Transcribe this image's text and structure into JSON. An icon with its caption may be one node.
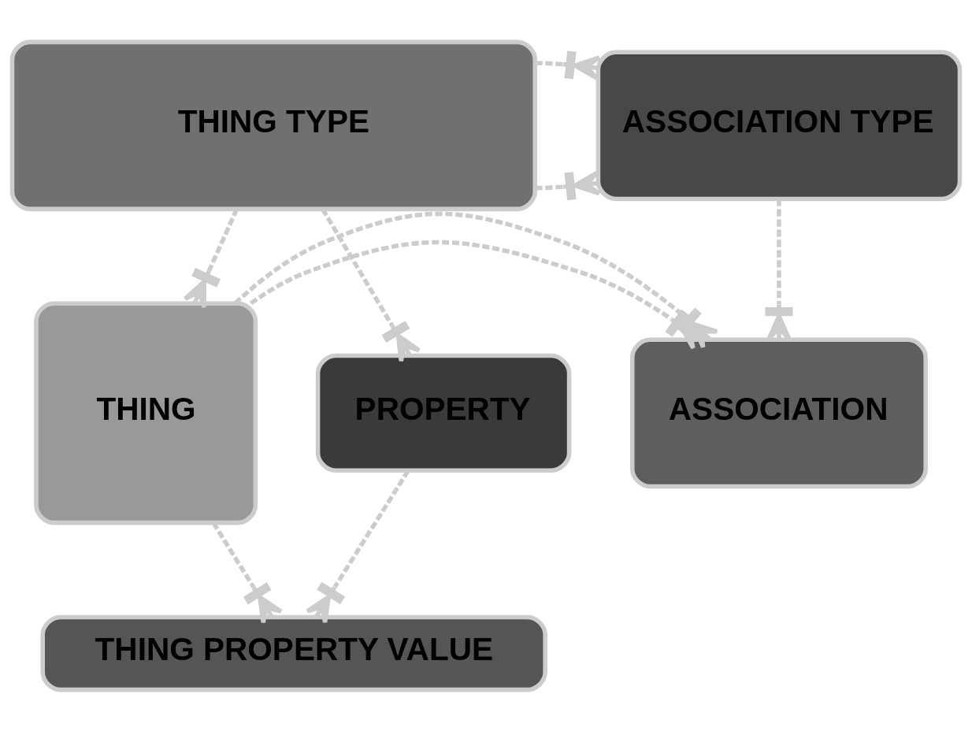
{
  "diagram": {
    "nodes": [
      {
        "text": [
          "THING TYPE"
        ]
      },
      {
        "text": [
          "ASSOCIATION TYPE"
        ]
      },
      {
        "text": [
          "THING"
        ]
      },
      {
        "text": [
          "PROPERTY"
        ]
      },
      {
        "text": [
          "ASSOCIATION"
        ]
      },
      {
        "text": [
          "THING PROPERTY VALUE"
        ]
      }
    ],
    "edges": [
      {
        "from": 0,
        "to": 1,
        "arrow": "other",
        "style": "dashed"
      },
      {
        "from": 0,
        "to": 1,
        "arrow": "other",
        "style": "dashed"
      },
      {
        "from": 0,
        "to": 3,
        "arrow": "other",
        "style": "dashed"
      },
      {
        "from": 0,
        "to": 2,
        "arrow": "other",
        "style": "dashed"
      },
      {
        "from": 1,
        "to": 4,
        "arrow": "other",
        "style": "dashed"
      },
      {
        "from": 2,
        "to": 4,
        "arrow": "other",
        "style": "dashed"
      },
      {
        "from": 2,
        "to": 4,
        "arrow": "other",
        "style": "dashed"
      },
      {
        "from": 3,
        "to": 5,
        "arrow": "other",
        "style": "dashed"
      },
      {
        "from": 2,
        "to": 5,
        "arrow": "other",
        "style": "dashed"
      }
    ]
  }
}
